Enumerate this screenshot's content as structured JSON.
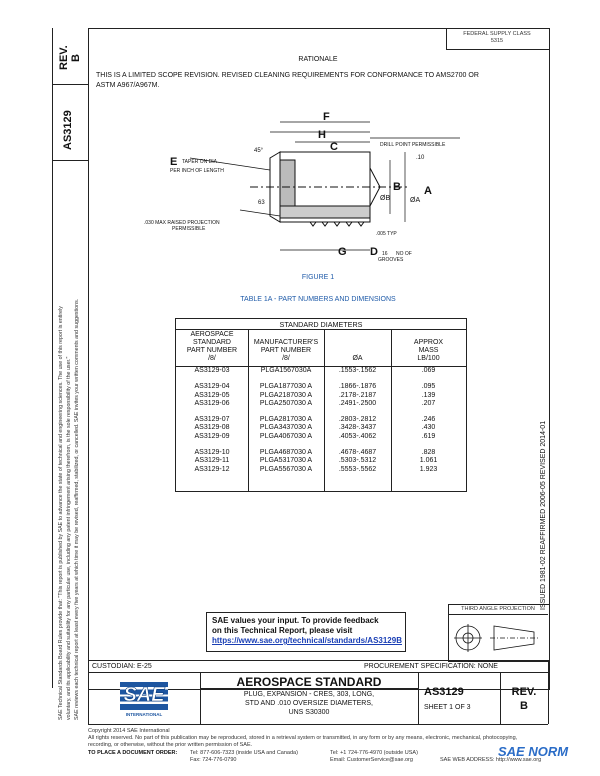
{
  "header": {
    "fed_class": "FEDERAL SUPPLY CLASS",
    "fed_class_num": "5315",
    "rationale_title": "RATIONALE",
    "rationale_text_1": "THIS IS A LIMITED SCOPE REVISION.  REVISED CLEANING REQUIREMENTS FOR CONFORMANCE TO AMS2700 OR",
    "rationale_text_2": "ASTM A967/A967M."
  },
  "left_strip": {
    "rev_label": "REV.",
    "rev_value": "B",
    "doc_number": "AS3129",
    "legal_1": "SAE Technical Standards Board Rules provide that: \"This report is published by SAE to advance the state of technical and engineering sciences. The use of this report is entirely",
    "legal_2": "voluntary, and its applicability and suitability for any particular use, including any patent infringement arising therefrom, is the sole responsibility of the user.\"",
    "legal_3": "SAE reviews each technical report at least every five years at which time it may be revised, reaffirmed, stabilized, or cancelled. SAE invites your written comments and suggestions."
  },
  "figure": {
    "caption": "FIGURE 1",
    "labels": {
      "F": "F",
      "H": "H",
      "C": "C",
      "E": "E",
      "B": "B",
      "A": "A",
      "G": "G",
      "D": "D",
      "dia_B": "ØB",
      "dia_A": "ØA",
      "drill": "DRILL POINT PERMISSIBLE",
      "taper": "TAPER ON DIA",
      "per_inch": "PER INCH OF LENGTH",
      "angle45": "45°",
      "angle63": "63",
      "raised": ".030 MAX RAISED PROJECTION",
      "permissible": "PERMISSIBLE",
      "d10": ".10",
      "d005": ".005 TYP",
      "d16": "16",
      "no_grooves_1": "NO OF",
      "no_grooves_2": "GROOVES"
    }
  },
  "table": {
    "title": "TABLE 1A - PART NUMBERS AND DIMENSIONS",
    "group_header": "STANDARD DIAMETERS",
    "headers": {
      "col1": [
        "AEROSPACE",
        "STANDARD",
        "PART NUMBER",
        "/8/"
      ],
      "col2": [
        "MANUFACTURER'S",
        "PART NUMBER",
        "/8/"
      ],
      "col3": [
        "ØA"
      ],
      "col4": [
        "APPROX",
        "MASS",
        "LB/100"
      ]
    },
    "groups": [
      [
        [
          "AS3129-03",
          "PLGA1567030A",
          ".1553-.1562",
          ".069"
        ]
      ],
      [
        [
          "AS3129-04",
          "PLGA1877030 A",
          ".1866-.1876",
          ".095"
        ],
        [
          "AS3129-05",
          "PLGA2187030 A",
          ".2178-.2187",
          ".139"
        ],
        [
          "AS3129-06",
          "PLGA2507030 A",
          ".2491-.2500",
          ".207"
        ]
      ],
      [
        [
          "AS3129-07",
          "PLGA2817030 A",
          ".2803-.2812",
          ".246"
        ],
        [
          "AS3129-08",
          "PLGA3437030 A",
          ".3428-.3437",
          ".430"
        ],
        [
          "AS3129-09",
          "PLGA4067030 A",
          ".4053-.4062",
          ".619"
        ]
      ],
      [
        [
          "AS3129-10",
          "PLGA4687030 A",
          ".4678-.4687",
          ".828"
        ],
        [
          "AS3129-11",
          "PLGA5317030 A",
          ".5303-.5312",
          "1.061"
        ],
        [
          "AS3129-12",
          "PLGA5567030 A",
          ".5553-.5562",
          "1.923"
        ]
      ]
    ]
  },
  "right_strip": {
    "text": "ISSUED  1981-02     REAFFIRMED  2006-05     REVISED  2014-01"
  },
  "feedback": {
    "line1": "SAE values your input. To provide feedback",
    "line2": "on this Technical Report, please visit",
    "url": "https://www.sae.org/technical/standards/AS3129B"
  },
  "projection": {
    "label": "THIRD ANGLE PROJECTION"
  },
  "title_block": {
    "custodian": "CUSTODIAN: E-25",
    "procurement": "PROCUREMENT SPECIFICATION: NONE",
    "logo_text": "SAE",
    "logo_sub": "INTERNATIONAL",
    "main_title": "AEROSPACE STANDARD",
    "subtitle_1": "PLUG, EXPANSION - CRES, 303, LONG,",
    "subtitle_2": "STD AND .010 OVERSIZE DIAMETERS,",
    "subtitle_3": "UNS S30300",
    "doc_number": "AS3129",
    "sheet": "SHEET 1 OF 3",
    "rev_label": "REV.",
    "rev_value": "B"
  },
  "footer": {
    "copyright": "Copyright 2014 SAE International",
    "rights_1": "All rights reserved. No part of this publication may be reproduced, stored in a retrieval system or transmitted, in any form or by any means, electronic, mechanical, photocopying,",
    "rights_2": "recording, or otherwise, without the prior written permission of SAE.",
    "order_label": "TO PLACE A DOCUMENT ORDER:",
    "tel": "Tel:    877-606-7323 (inside USA and Canada)",
    "tel2": "Tel:    +1 724-776-4970 (outside USA)",
    "fax": "Fax:   724-776-0790",
    "email": "Email: CustomerService@sae.org",
    "web": "SAE WEB ADDRESS:  http://www.sae.org",
    "watermark": "SAE NORM"
  }
}
